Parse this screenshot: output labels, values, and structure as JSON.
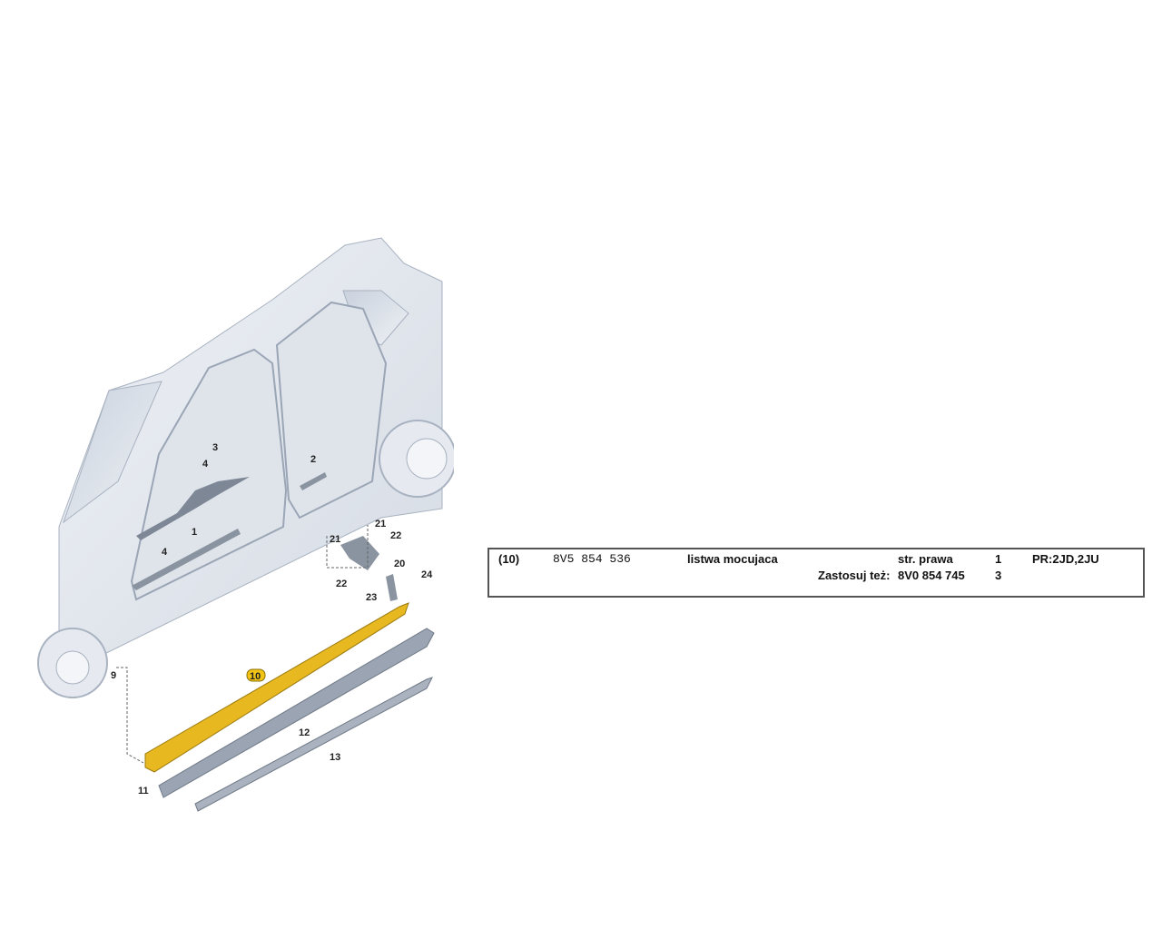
{
  "diagram": {
    "callouts": [
      "1",
      "2",
      "3",
      "4",
      "4",
      "9",
      "10",
      "11",
      "12",
      "13",
      "20",
      "21",
      "21",
      "22",
      "22",
      "23",
      "24"
    ],
    "highlight_color": "#e8b820"
  },
  "table": {
    "row1": {
      "pos": "(10)",
      "part_no": "8V5  854  536",
      "name": "listwa mocujaca",
      "side": "str. prawa",
      "qty": "1",
      "pr": "PR:2JD,2JU"
    },
    "row2": {
      "label": "Zastosuj też:",
      "part_no": "8V0 854 745",
      "qty": "3"
    }
  }
}
